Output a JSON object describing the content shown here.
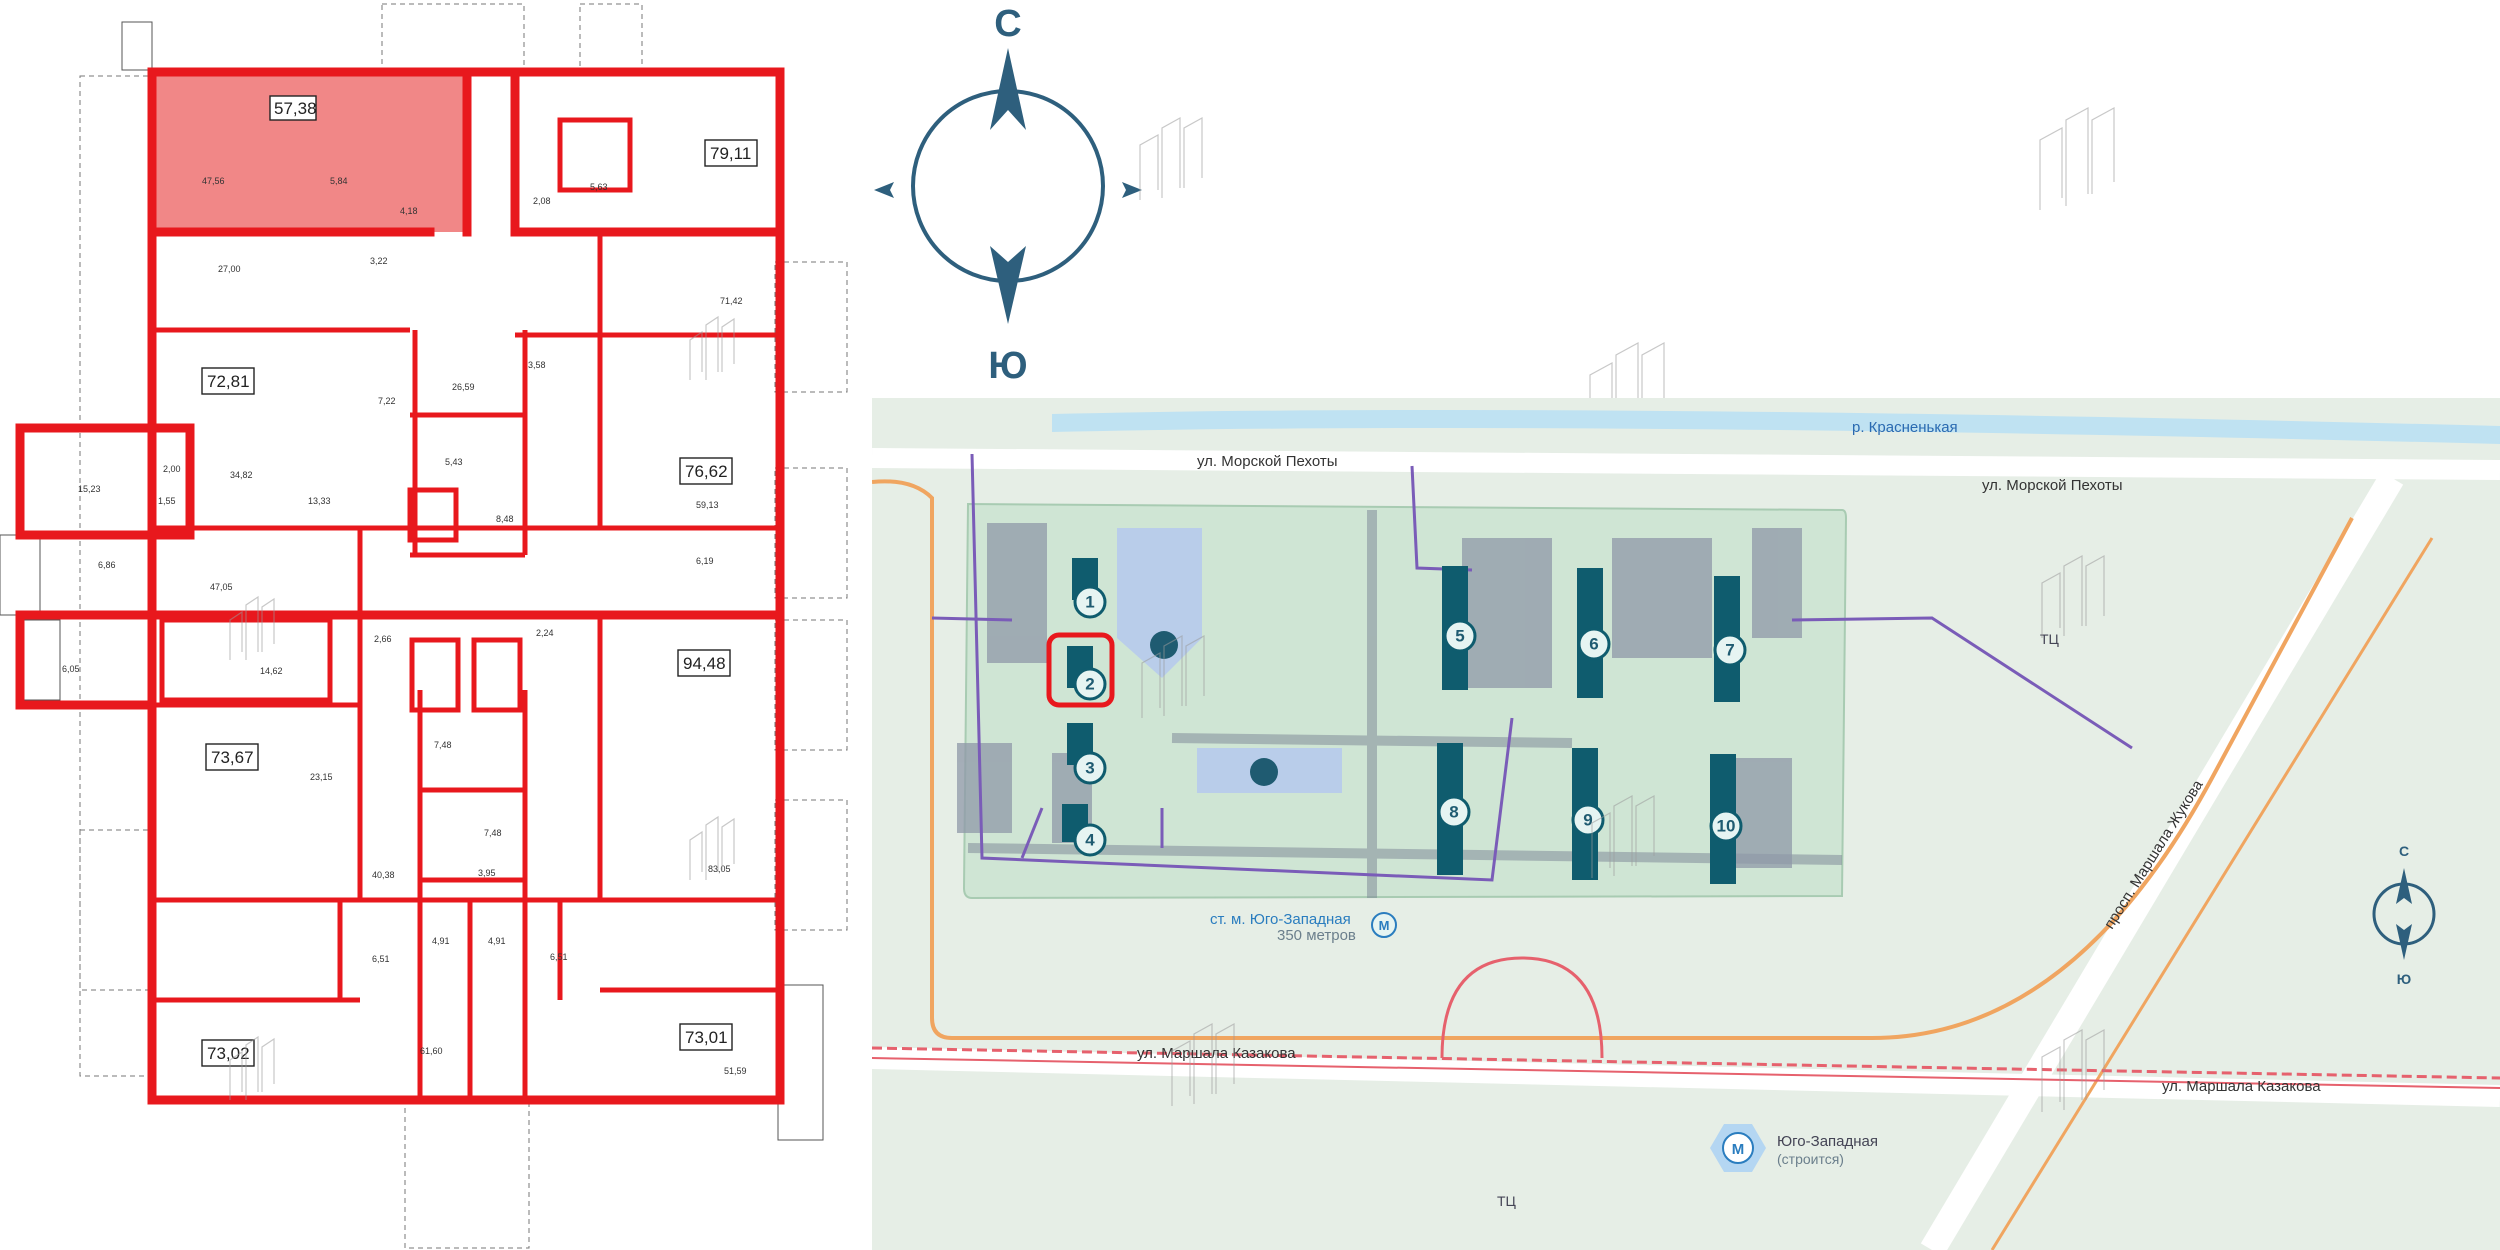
{
  "floor_plan": {
    "highlighted_unit": {
      "area_label": "57,38",
      "rooms": [
        "47,56",
        "5,84",
        "4,18"
      ]
    },
    "unit_labels": [
      "79,11",
      "72,81",
      "76,62",
      "94,48",
      "73,67",
      "73,02",
      "73,01"
    ],
    "room_labels": [
      "27,00",
      "3,22",
      "2,08",
      "5,63",
      "71,42",
      "7,22",
      "26,59",
      "3,58",
      "5,43",
      "8,48",
      "2,00",
      "1,55",
      "15,23",
      "34,82",
      "13,33",
      "59,13",
      "6,86",
      "47,05",
      "6,19",
      "6,05",
      "14,62",
      "2,66",
      "2,24",
      "23,15",
      "7,48",
      "7,48",
      "3,95",
      "40,38",
      "83,05",
      "6,51",
      "4,91",
      "4,91",
      "6,51",
      "61,60",
      "51,59"
    ]
  },
  "compass": {
    "north": "С",
    "south": "Ю"
  },
  "site_map": {
    "streets": {
      "top_left": "ул. Морской Пехоты",
      "top_right": "ул. Морской Пехоты",
      "bottom_left": "ул. Маршала Казакова",
      "bottom_right": "ул. Маршала Казакова",
      "diagonal": "просп. Маршала Жукова"
    },
    "river": "р. Красненькая",
    "metro_main": "ст. м. Юго-Западная",
    "metro_distance": "350 метров",
    "metro_future_name": "Юго-Западная",
    "metro_future_status": "(строится)",
    "metro_badge": "М",
    "mall_1": "ТЦ",
    "mall_2": "ТЦ",
    "buildings": [
      "1",
      "2",
      "3",
      "4",
      "5",
      "6",
      "7",
      "8",
      "9",
      "10"
    ],
    "selected_building": "2",
    "mini_compass": {
      "north": "С",
      "south": "Ю"
    }
  },
  "colors": {
    "wall": "#e8181d",
    "highlight": "#f07a7a",
    "building": "#0f5c6e",
    "route": "#7a5cb8",
    "road": "#f0a560",
    "rail": "#e6616d"
  }
}
